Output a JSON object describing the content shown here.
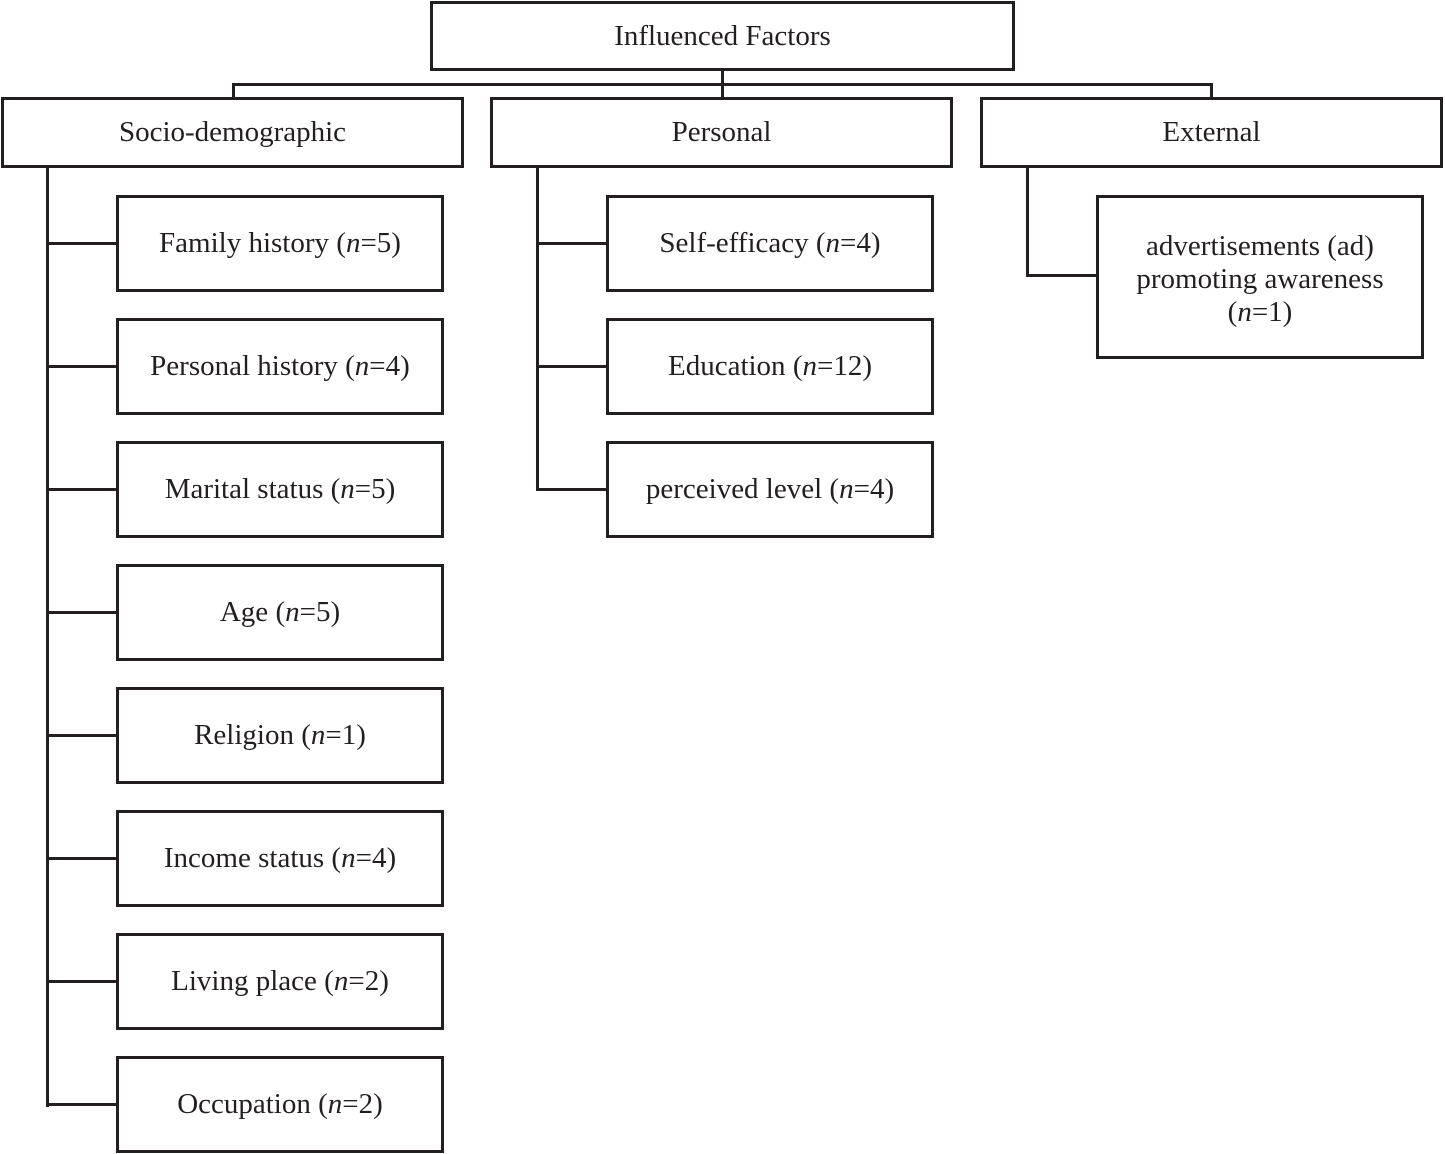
{
  "root": {
    "label": "Influenced Factors"
  },
  "categories": [
    {
      "label": "Socio-demographic",
      "items": [
        {
          "label": "Family history",
          "var": "n",
          "count": "5"
        },
        {
          "label": "Personal history",
          "var": "n",
          "count": "4"
        },
        {
          "label": "Marital status",
          "var": "n",
          "count": "5"
        },
        {
          "label": "Age",
          "var": "n",
          "count": "5"
        },
        {
          "label": "Religion",
          "var": "n",
          "count": "1"
        },
        {
          "label": "Income status",
          "var": "n",
          "count": "4"
        },
        {
          "label": "Living place",
          "var": "n",
          "count": "2"
        },
        {
          "label": "Occupation",
          "var": "n",
          "count": "2"
        }
      ]
    },
    {
      "label": "Personal",
      "items": [
        {
          "label": "Self-efficacy",
          "var": "n",
          "count": "4"
        },
        {
          "label": "Education",
          "var": "n",
          "count": "12"
        },
        {
          "label": "perceived level",
          "var": "n",
          "count": "4"
        }
      ]
    },
    {
      "label": "External",
      "items": [
        {
          "line1": "advertisements (ad)",
          "line2": "promoting awareness",
          "var": "n",
          "count": "1"
        }
      ]
    }
  ],
  "colors": {
    "stroke": "#231f20",
    "background": "#ffffff"
  }
}
